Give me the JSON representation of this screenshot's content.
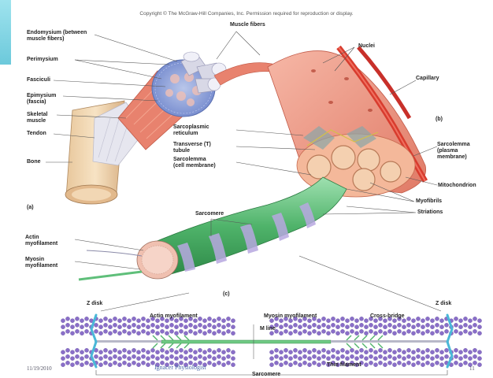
{
  "copyright": "Copyright © The McGraw-Hill Companies, Inc. Permission required for reproduction or display.",
  "labels": {
    "muscle_fibers": "Muscle fibers",
    "nuclei": "Nuclei",
    "capillary": "Capillary",
    "b": "(b)",
    "endomysium": "Endomysium (between\nmuscle fibers)",
    "perimysium": "Perimysium",
    "fasciculi": "Fasciculi",
    "epimysium": "Epimysium\n(fascia)",
    "skeletal_muscle": "Skeletal\nmuscle",
    "tendon": "Tendon",
    "bone": "Bone",
    "a": "(a)",
    "sarcoplasmic_reticulum": "Sarcoplasmic\nreticulum",
    "t_tubule": "Transverse (T)\ntubule",
    "sarcolemma_left": "Sarcolemma\n(cell membrane)",
    "sarcolemma_right": "Sarcolemma\n(plasma\nmembrane)",
    "mitochondrion": "Mitochondrion",
    "myofibrils": "Myofibrils",
    "striations": "Striations",
    "sarcomere_upper": "Sarcomere",
    "actin_myofilament": "Actin\nmyofilament",
    "myosin_myofilament": "Myosin\nmyofilament",
    "c": "(c)",
    "z_disk_left": "Z disk",
    "z_disk_right": "Z disk",
    "actin_bottom": "Actin myofilament",
    "myosin_bottom": "Myosin myofilament",
    "cross_bridge": "Cross-bridge",
    "m_line": "M line",
    "thin_filament": "Thin filament",
    "sarcomere_bottom": "Sarcomere"
  },
  "footer": {
    "date": "11/19/2010",
    "author": "Ignacer Physiologist",
    "page": "11"
  },
  "colors": {
    "accent": "#6cc9db",
    "muscle": "#e8826e",
    "vessel": "#d83c2e",
    "myofibril_green": "#5fbf7a",
    "actin_purple": "#8a6fc8",
    "z_disk": "#4ab8d8",
    "bone": "#f2d6b0"
  }
}
